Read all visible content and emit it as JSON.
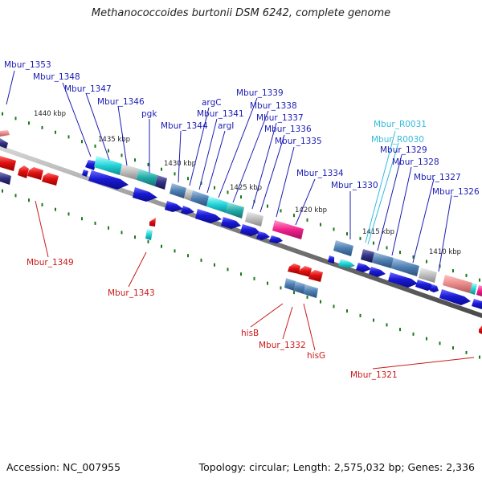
{
  "title": "Methanococcoides burtonii DSM 6242, complete genome",
  "footer": {
    "accession": "Accession: NC_007955",
    "summary": "Topology: circular; Length: 2,575,032 bp; Genes: 2,336"
  },
  "colors": {
    "backbone": "#8a8a8a",
    "plus_strand_feature": "#1a1ad6",
    "minus_strand_feature": "#e01010",
    "label_plus": "#1c1cb4",
    "label_minus": "#cc1a1a",
    "label_rna": "#33bbdd",
    "kbp_tick": "#1a7a1a"
  },
  "ticks": [
    "1440 kbp",
    "1435 kbp",
    "1430 kbp",
    "1425 kbp",
    "1420 kbp",
    "1415 kbp",
    "1410 kbp"
  ],
  "labels_plus": [
    "Mbur_1353",
    "Mbur_1348",
    "Mbur_1347",
    "Mbur_1346",
    "pgk",
    "Mbur_1344",
    "argC",
    "Mbur_1341",
    "argI",
    "Mbur_1339",
    "Mbur_1338",
    "Mbur_1337",
    "Mbur_1336",
    "Mbur_1335",
    "Mbur_1334",
    "Mbur_1330",
    "Mbur_1329",
    "Mbur_1328",
    "Mbur_1327",
    "Mbur_1326"
  ],
  "labels_rna": [
    "Mbur_R0031",
    "Mbur_R0030"
  ],
  "labels_minus": [
    "Mbur_1349",
    "Mbur_1343",
    "hisB",
    "Mbur_1332",
    "hisG",
    "Mbur_1321"
  ]
}
